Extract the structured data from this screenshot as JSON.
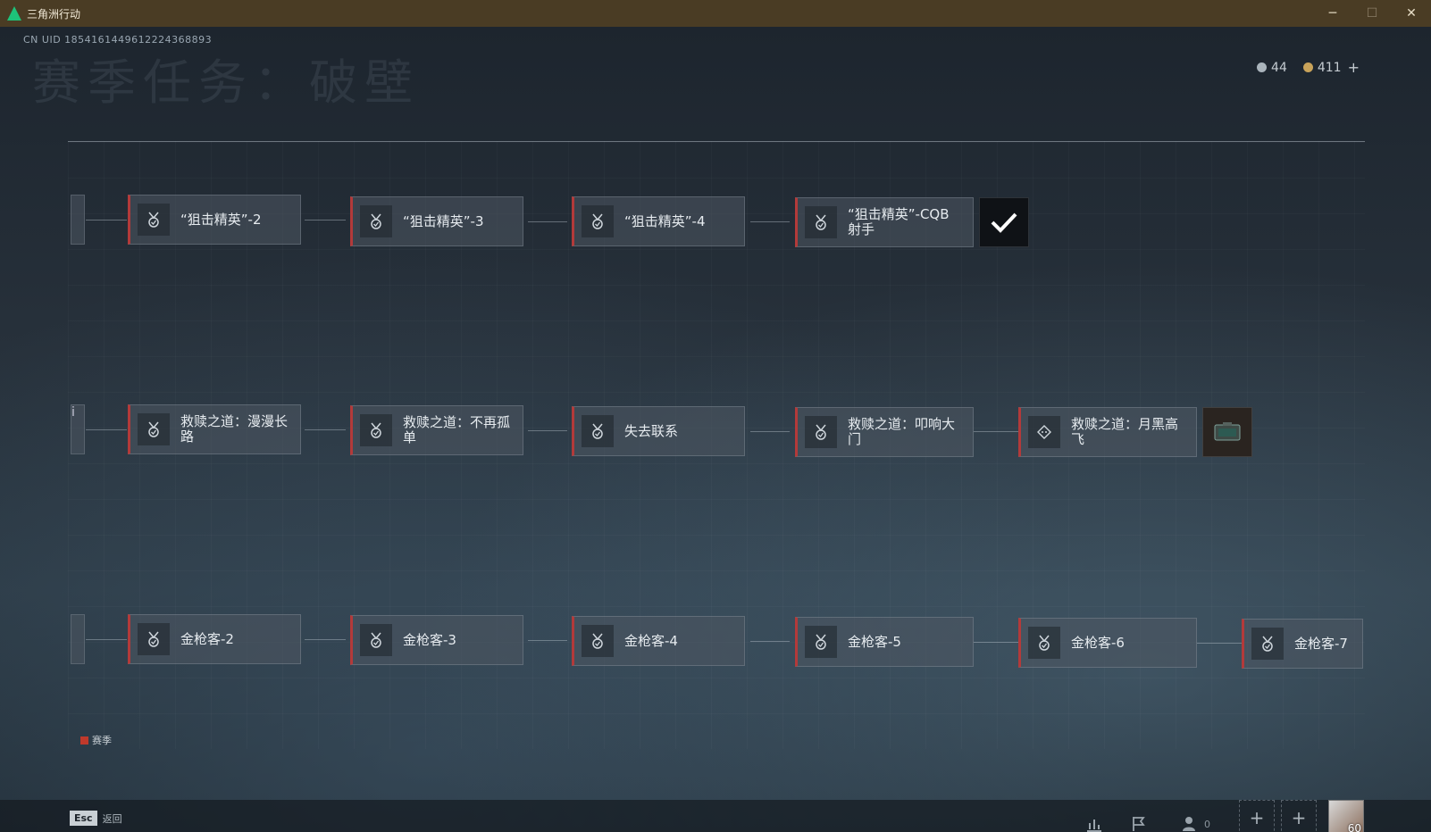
{
  "window": {
    "title": "三角洲行动",
    "buttons": {
      "minimize": "─",
      "maximize": "☐",
      "close": "✕"
    }
  },
  "header": {
    "uid": "CN UID 1854161449612224368893",
    "page_title": "赛季任务：破壁",
    "currency": [
      {
        "icon": "silver-coin-icon",
        "value": "44"
      },
      {
        "icon": "gold-coin-icon",
        "value": "411"
      }
    ],
    "add_symbol": "+"
  },
  "rows": [
    {
      "stub_text": "",
      "nodes": [
        {
          "label": "“狙击精英”-2",
          "icon": "medal-icon"
        },
        {
          "label": "“狙击精英”-3",
          "icon": "medal-icon"
        },
        {
          "label": "“狙击精英”-4",
          "icon": "medal-icon"
        },
        {
          "label": "“狙击精英”-CQB射手",
          "icon": "medal-icon"
        }
      ],
      "reward": "check-icon"
    },
    {
      "stub_text": "i",
      "nodes": [
        {
          "label": "救赎之道：漫漫长路",
          "icon": "medal-icon"
        },
        {
          "label": "救赎之道：不再孤单",
          "icon": "medal-icon"
        },
        {
          "label": "失去联系",
          "icon": "medal-icon"
        },
        {
          "label": "救赎之道：叩响大门",
          "icon": "medal-icon"
        },
        {
          "label": "救赎之道：月黑高飞",
          "icon": "waypoint-icon"
        }
      ],
      "reward": "equipment-case-icon"
    },
    {
      "stub_text": "",
      "nodes": [
        {
          "label": "金枪客-2",
          "icon": "medal-icon"
        },
        {
          "label": "金枪客-3",
          "icon": "medal-icon"
        },
        {
          "label": "金枪客-4",
          "icon": "medal-icon"
        },
        {
          "label": "金枪客-5",
          "icon": "medal-icon"
        },
        {
          "label": "金枪客-6",
          "icon": "medal-icon"
        },
        {
          "label": "金枪客-7",
          "icon": "medal-icon"
        }
      ],
      "reward": ""
    }
  ],
  "legend": {
    "label": "赛季",
    "color": "#c0392b"
  },
  "bottom": {
    "esc_key": "Esc",
    "esc_label": "返回",
    "team_count": "0",
    "player_level": "60"
  }
}
